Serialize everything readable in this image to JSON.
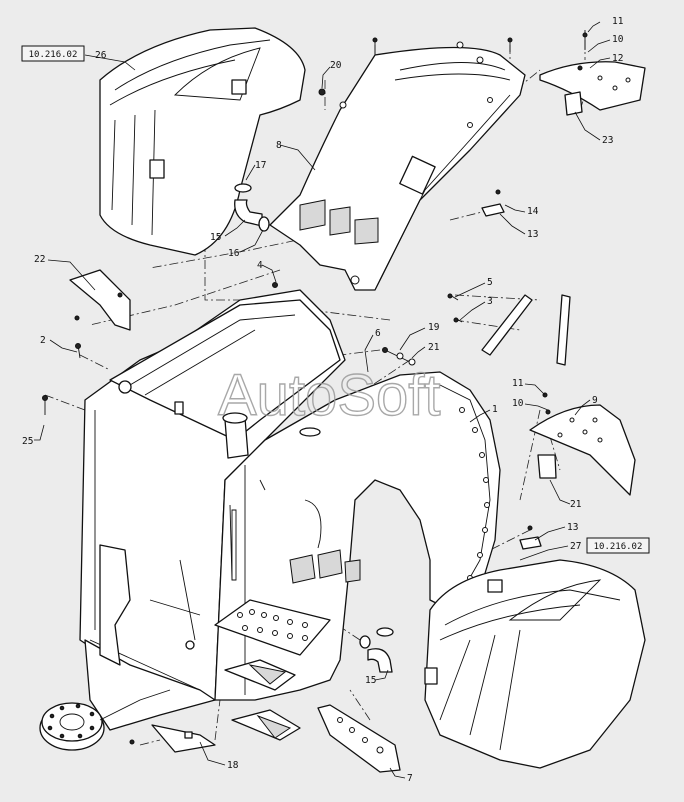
{
  "watermark": "AutoSoft",
  "refs": {
    "top_left": "10.216.02",
    "bottom_right": "10.216.02"
  },
  "labels": {
    "l26": "26",
    "l20": "20",
    "l8": "8",
    "l17": "17",
    "l15a": "15",
    "l16": "16",
    "l22": "22",
    "l2": "2",
    "l4": "4",
    "l25": "25",
    "l6": "6",
    "l19": "19",
    "l21a": "21",
    "l5": "5",
    "l3": "3",
    "l1": "1",
    "l11a": "11",
    "l10a": "10",
    "l12": "12",
    "l23": "23",
    "l14": "14",
    "l13a": "13",
    "l11b": "11",
    "l10b": "10",
    "l9": "9",
    "l21b": "21",
    "l13b": "13",
    "l27": "27",
    "l15b": "15",
    "l18": "18",
    "l7": "7"
  }
}
